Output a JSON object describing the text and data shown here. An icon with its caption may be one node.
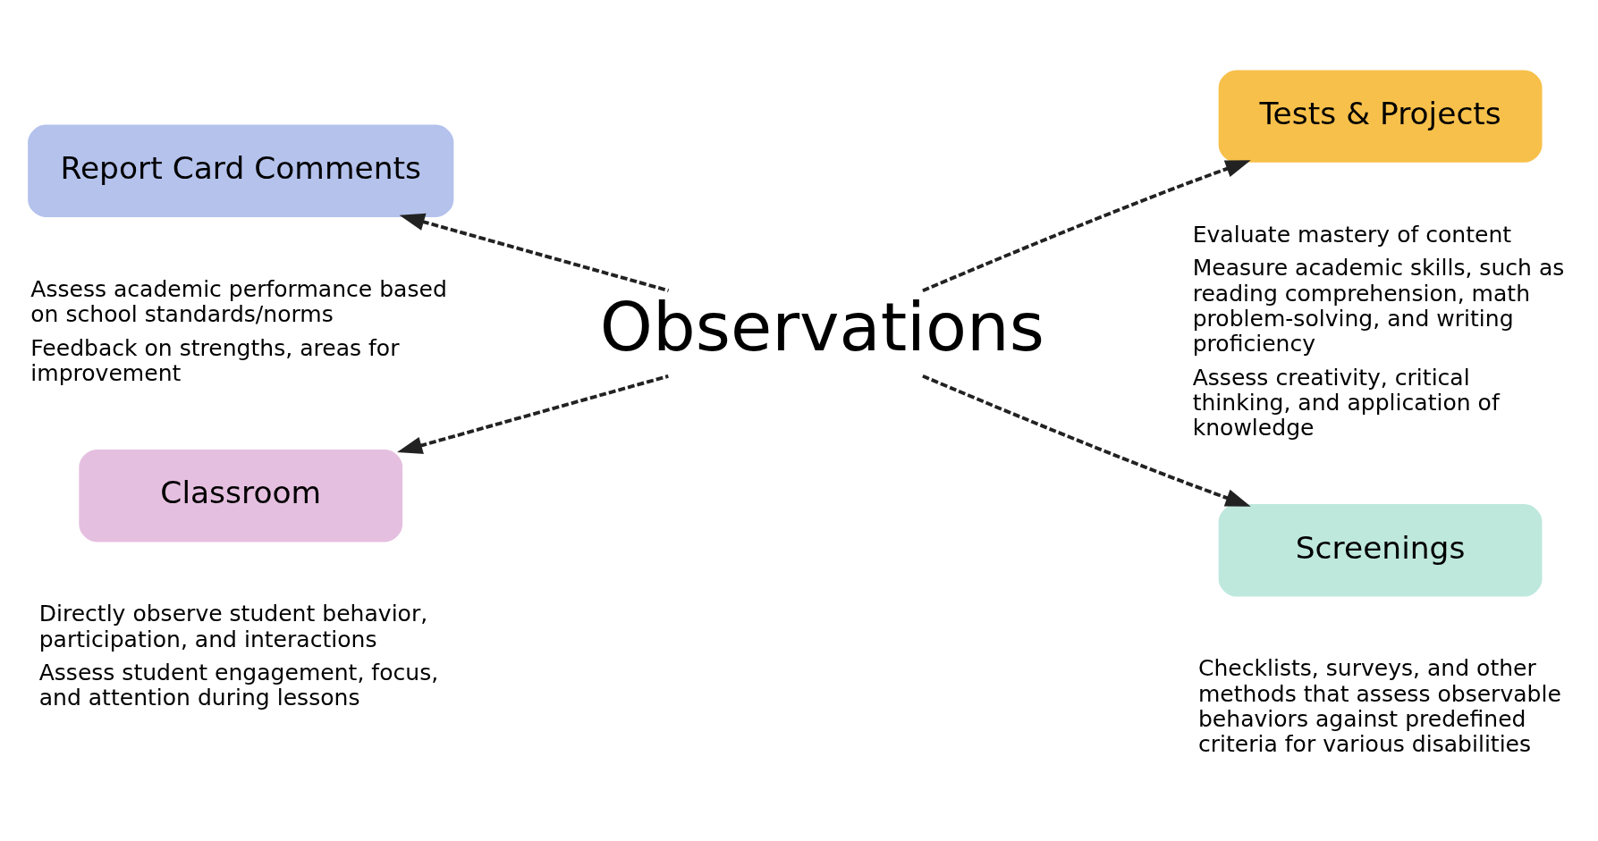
{
  "diagram": {
    "nodes": [
      {
        "text": [
          "Report Card Comments"
        ],
        "beside": [
          "Assess academic performance based on school standards/norms",
          "Feedback on strengths, areas for improvement"
        ]
      },
      {
        "text": [
          "Tests & Projects"
        ],
        "beside": [
          "Evaluate mastery of content",
          "Measure academic skills, such as reading comprehension, math problem-solving, and writing proficiency",
          "Assess creativity, critical thinking, and application of knowledge"
        ]
      },
      {
        "text": [
          "Observations"
        ]
      },
      {
        "text": [
          "Classroom"
        ],
        "beside": [
          "Directly observe student behavior, participation, and interactions",
          "Assess student engagement, focus, and attention during lessons"
        ]
      },
      {
        "text": [
          "Screenings"
        ],
        "beside": [
          "Checklists, surveys, and other methods that assess observable behaviors against predefined criteria for various disabilities"
        ]
      }
    ],
    "edges": [
      {
        "from": 2,
        "to": 0,
        "arrow": "to",
        "style": "dashed"
      },
      {
        "from": 2,
        "to": 1,
        "arrow": "to",
        "style": "dashed"
      },
      {
        "from": 2,
        "to": 3,
        "arrow": "to",
        "style": "dashed"
      },
      {
        "from": 2,
        "to": 4,
        "arrow": "to",
        "style": "dashed"
      }
    ]
  }
}
